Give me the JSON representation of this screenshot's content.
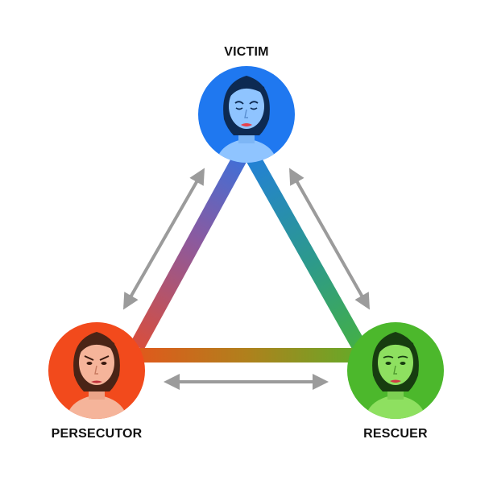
{
  "labels": {
    "victim": "VICTIM",
    "persecutor": "PERSECUTOR",
    "rescuer": "RESCUER"
  },
  "colors": {
    "victim": "#1f78f0",
    "persecutor": "#f24a1c",
    "rescuer": "#4cb82c",
    "arrow": "#9b9b9b",
    "background": "#ffffff"
  },
  "icons": {
    "victim": "sad-woman-face-icon",
    "persecutor": "angry-woman-face-icon",
    "rescuer": "calm-woman-face-icon"
  }
}
